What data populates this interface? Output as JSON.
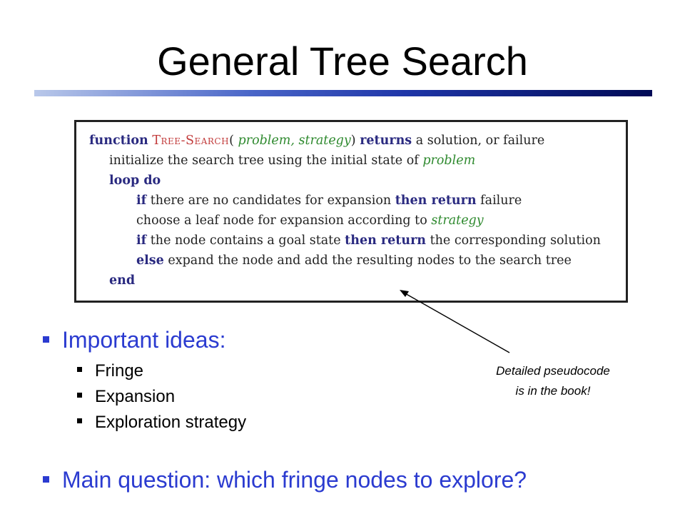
{
  "slide": {
    "title": "General Tree Search"
  },
  "pseudocode": {
    "line1": {
      "kw_function": "function",
      "fn_name": "Tree-Search",
      "open_paren": "(",
      "args": "problem, strategy",
      "close_paren": ")",
      "kw_returns": "returns",
      "tail": "a solution, or failure"
    },
    "line2": {
      "text": "initialize the search tree using the initial state of",
      "arg": "problem"
    },
    "line3": {
      "kw": "loop do"
    },
    "line4": {
      "kw_if": "if",
      "text": "there are no candidates for expansion",
      "kw_then": "then return",
      "tail": "failure"
    },
    "line5": {
      "text": "choose a leaf node for expansion according to",
      "arg": "strategy"
    },
    "line6": {
      "kw_if": "if",
      "text": "the node contains a goal state",
      "kw_then": "then return",
      "tail": "the corresponding solution"
    },
    "line7": {
      "kw_else": "else",
      "text": "expand the node and add the resulting nodes to the search tree"
    },
    "line8": {
      "kw": "end"
    }
  },
  "bullets": {
    "main1": "Important ideas:",
    "sub": [
      "Fringe",
      "Expansion",
      "Exploration strategy"
    ],
    "main2": "Main question: which fringe nodes to explore?"
  },
  "annotation": {
    "line1": "Detailed pseudocode",
    "line2": "is in the book!"
  }
}
